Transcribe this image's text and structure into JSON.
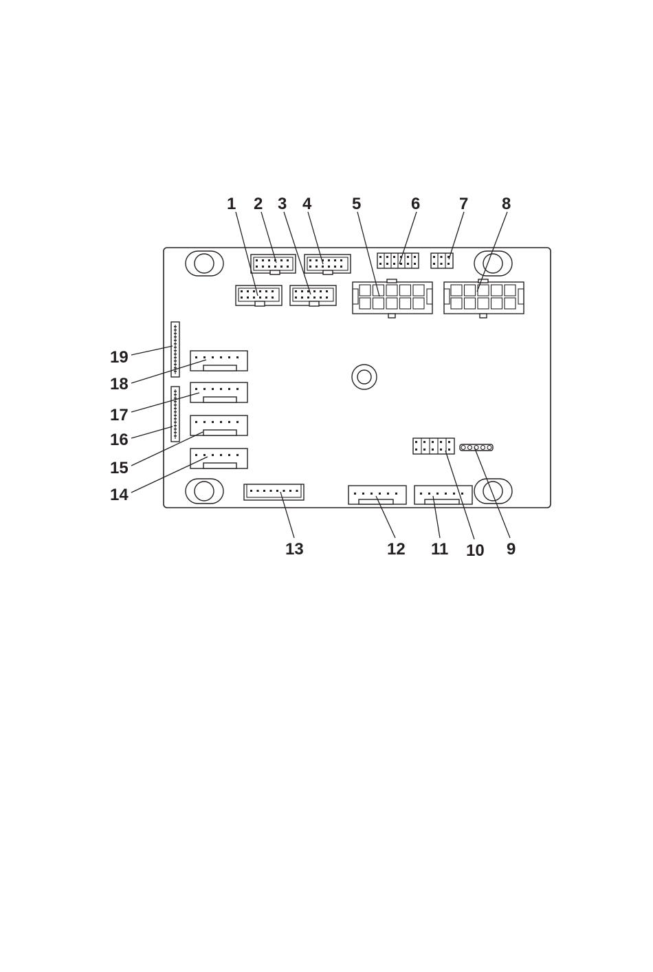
{
  "diagram": {
    "callouts": [
      {
        "id": "c1",
        "text": "1"
      },
      {
        "id": "c2",
        "text": "2"
      },
      {
        "id": "c3",
        "text": "3"
      },
      {
        "id": "c4",
        "text": "4"
      },
      {
        "id": "c5",
        "text": "5"
      },
      {
        "id": "c6",
        "text": "6"
      },
      {
        "id": "c7",
        "text": "7"
      },
      {
        "id": "c8",
        "text": "8"
      },
      {
        "id": "c9",
        "text": "9"
      },
      {
        "id": "c10",
        "text": "10"
      },
      {
        "id": "c11",
        "text": "11"
      },
      {
        "id": "c12",
        "text": "12"
      },
      {
        "id": "c13",
        "text": "13"
      },
      {
        "id": "c14",
        "text": "14"
      },
      {
        "id": "c15",
        "text": "15"
      },
      {
        "id": "c16",
        "text": "16"
      },
      {
        "id": "c17",
        "text": "17"
      },
      {
        "id": "c18",
        "text": "18"
      },
      {
        "id": "c19",
        "text": "19"
      }
    ],
    "colors": {
      "ink": "#231f20",
      "paper": "#ffffff"
    }
  }
}
